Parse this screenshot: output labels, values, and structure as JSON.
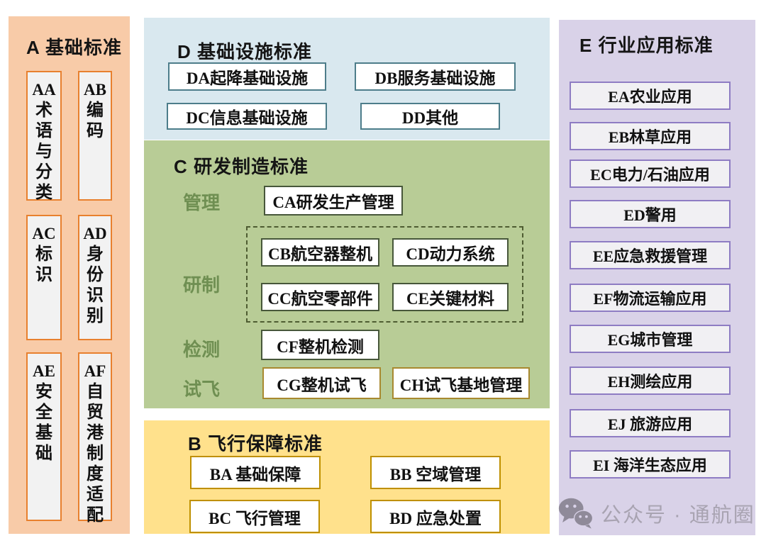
{
  "panels": {
    "a": {
      "title": "A 基础标准",
      "items": [
        {
          "code": "AA",
          "label": "术语与分类"
        },
        {
          "code": "AB",
          "label": "编码"
        },
        {
          "code": "AC",
          "label": "标识"
        },
        {
          "code": "AD",
          "label": "身份识别"
        },
        {
          "code": "AE",
          "label": "安全基础"
        },
        {
          "code": "AF",
          "label": "自贸港制度适配"
        }
      ]
    },
    "d": {
      "title": "D 基础设施标准",
      "items": [
        "DA起降基础设施",
        "DB服务基础设施",
        "DC信息基础设施",
        "DD其他"
      ]
    },
    "c": {
      "title": "C 研发制造标准",
      "row_labels": [
        "管理",
        "研制",
        "检测",
        "试飞"
      ],
      "manage_item": "CA研发生产管理",
      "develop_items": [
        "CB航空器整机",
        "CD动力系统",
        "CC航空零部件",
        "CE关键材料"
      ],
      "test_item": "CF整机检测",
      "flight_items": [
        "CG整机试飞",
        "CH试飞基地管理"
      ]
    },
    "b": {
      "title": "B 飞行保障标准",
      "items": [
        "BA 基础保障",
        "BB 空域管理",
        "BC 飞行管理",
        "BD 应急处置"
      ]
    },
    "e": {
      "title": "E 行业应用标准",
      "items": [
        "EA农业应用",
        "EB林草应用",
        "EC电力/石油应用",
        "ED警用",
        "EE应急救援管理",
        "EF物流运输应用",
        "EG城市管理",
        "EH测绘应用",
        "EJ 旅游应用",
        "EI 海洋生态应用"
      ]
    }
  },
  "watermark": {
    "text": "公众号 · 通航圈",
    "icon": "wechat-icon"
  },
  "colors": {
    "panel_a_bg": "#F8CBA8",
    "panel_a_border": "#E8802E",
    "panel_d_bg": "#D9E8EF",
    "panel_d_border": "#4D7D8A",
    "panel_c_bg": "#B8CC96",
    "panel_c_border": "#47573A",
    "panel_c_row_label": "#6F8F52",
    "panel_c_gold_border": "#A8892F",
    "panel_b_bg": "#FFE18C",
    "panel_b_border": "#BF9000",
    "panel_e_bg": "#D9D2E8",
    "panel_e_border": "#8E7CC3",
    "box_gray_fill": "#F2F2F2",
    "watermark_gray": "#A8A3B1"
  }
}
